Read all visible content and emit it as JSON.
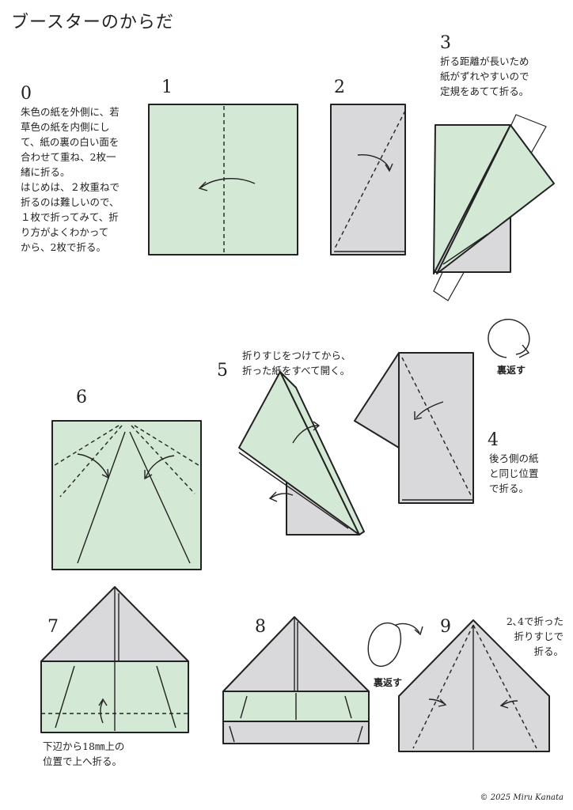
{
  "title": "ブースターのからだ",
  "copyright": "© 2025 Miru Kanata",
  "steps": {
    "s0": {
      "num": "0",
      "text": "朱色の紙を外側に、若\n草色の紙を内側にし\nて、紙の裏の白い面を\n合わせて重ね、2枚一\n緒に折る。\nはじめは、２枚重ねで\n折るのは難しいので、\n１枚で折ってみて、折\nり方がよくわかって\nから、2枚で折る。"
    },
    "s1": {
      "num": "1"
    },
    "s2": {
      "num": "2"
    },
    "s3": {
      "num": "3",
      "text": "折る距離が長いため\n紙がずれやすいので\n定規をあてて折る。"
    },
    "s4": {
      "num": "4",
      "text": "後ろ側の紙\nと同じ位置\nで折る。"
    },
    "s5": {
      "num": "5",
      "text": "折りすじをつけてから、\n折った紙をすべて開く。"
    },
    "s6": {
      "num": "6"
    },
    "s7": {
      "num": "7",
      "text": "下辺から18㎜上の\n位置で上へ折る。"
    },
    "s8": {
      "num": "8"
    },
    "s9": {
      "num": "9",
      "text": "2､4で折った\n折りすじで\n折る。"
    }
  },
  "flip_label_1": "裏返す",
  "flip_label_2": "裏返す",
  "colors": {
    "green": "#d4e8d6",
    "gray": "#d9d9dc",
    "line": "#222222"
  }
}
